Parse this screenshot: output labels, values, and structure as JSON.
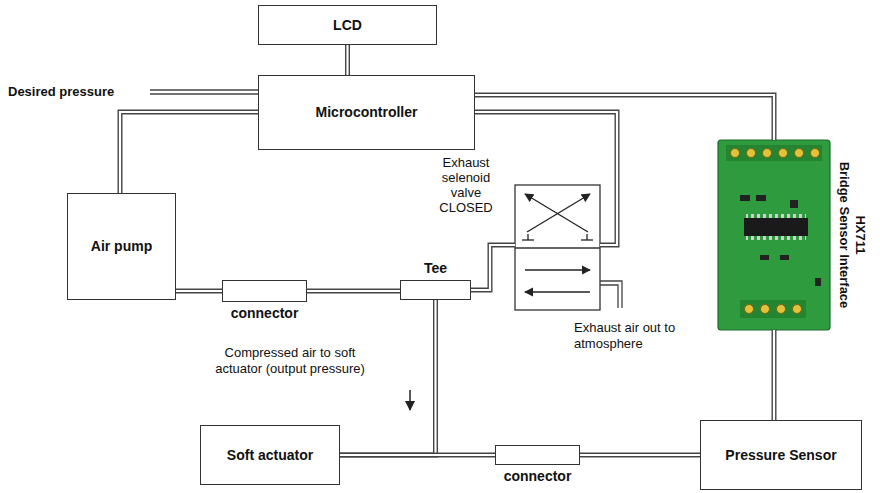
{
  "diagram": {
    "nodes": [
      {
        "text": [
          "LCD"
        ]
      },
      {
        "text": [
          "Microcontroller"
        ]
      },
      {
        "text": [
          "Air pump"
        ]
      },
      {
        "text": [
          "connector"
        ]
      },
      {
        "text": [
          "Tee"
        ]
      },
      {
        "text": [
          "Exhaust selenoid valve CLOSED"
        ]
      },
      {
        "text": [
          "Soft actuator"
        ]
      },
      {
        "text": [
          "connector"
        ]
      },
      {
        "text": [
          "Pressure Sensor"
        ]
      },
      {
        "text": [
          "HX711",
          "Bridge Sensor Interface"
        ]
      }
    ],
    "edges": [
      {
        "from": 1,
        "to": 0,
        "arrow": "none"
      },
      {
        "from": 1,
        "to": 2,
        "arrow": "none"
      },
      {
        "from": 1,
        "to": 5,
        "arrow": "none"
      },
      {
        "from": 1,
        "to": 9,
        "arrow": "none"
      },
      {
        "from": 2,
        "to": 3,
        "arrow": "none"
      },
      {
        "from": 3,
        "to": 4,
        "arrow": "none"
      },
      {
        "from": 4,
        "to": 5,
        "arrow": "none"
      },
      {
        "from": 4,
        "to": 6,
        "arrow": "none"
      },
      {
        "from": 6,
        "to": 7,
        "arrow": "none"
      },
      {
        "from": 7,
        "to": 8,
        "arrow": "none"
      },
      {
        "from": 8,
        "to": 9,
        "arrow": "none"
      }
    ],
    "labels": [
      "Desired pressure",
      "Compressed air to soft actuator (output pressure)",
      "Exhaust air out to atmosphere"
    ]
  }
}
